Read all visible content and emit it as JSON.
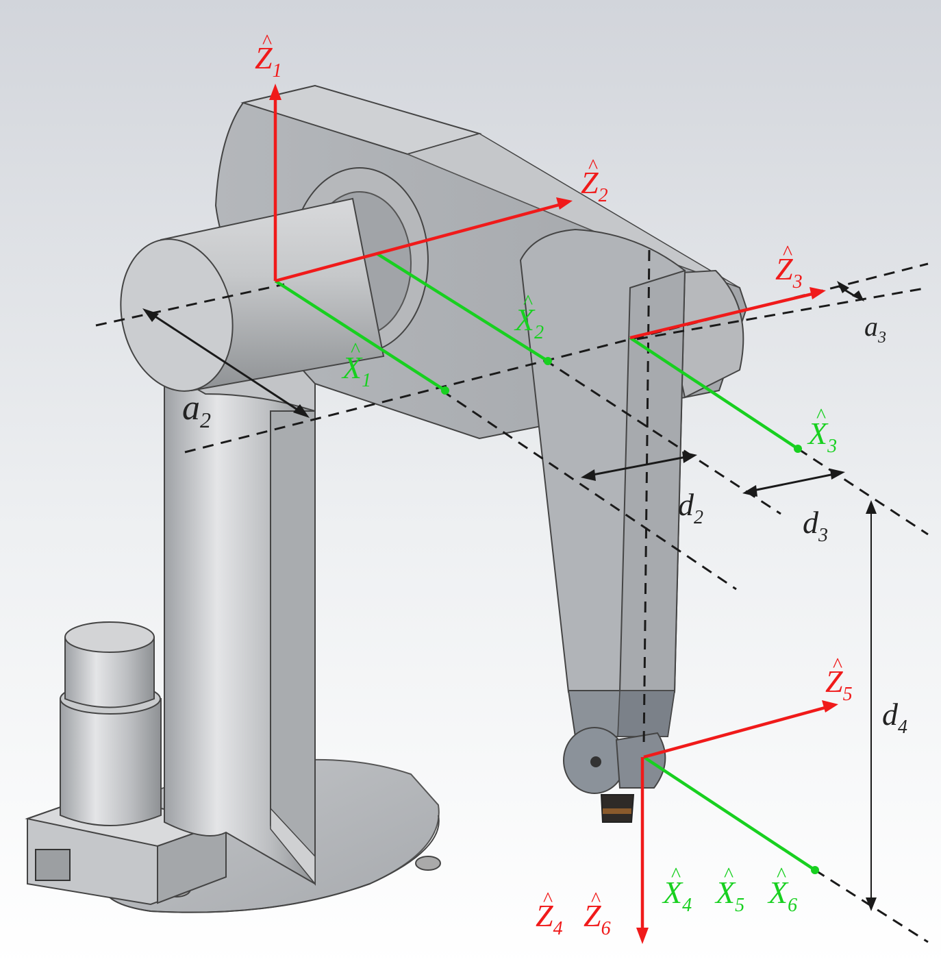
{
  "colors": {
    "z_axis": "#f01a1a",
    "x_axis": "#18d020",
    "dimension": "#222222",
    "robot_body": "#b9bcc0",
    "background_top": "#d4d7dc",
    "background_bottom": "#ffffff"
  },
  "axes": {
    "z1": {
      "sym": "Z",
      "sub": "1"
    },
    "z2": {
      "sym": "Z",
      "sub": "2"
    },
    "z3": {
      "sym": "Z",
      "sub": "3"
    },
    "z5": {
      "sym": "Z",
      "sub": "5"
    },
    "z4": {
      "sym": "Z",
      "sub": "4"
    },
    "z6": {
      "sym": "Z",
      "sub": "6"
    },
    "x1": {
      "sym": "X",
      "sub": "1"
    },
    "x2": {
      "sym": "X",
      "sub": "2"
    },
    "x3": {
      "sym": "X",
      "sub": "3"
    },
    "x4": {
      "sym": "X",
      "sub": "4"
    },
    "x5": {
      "sym": "X",
      "sub": "5"
    },
    "x6": {
      "sym": "X",
      "sub": "6"
    }
  },
  "dimensions": {
    "a2": {
      "sym": "a",
      "sub": "2"
    },
    "a3": {
      "sym": "a",
      "sub": "3"
    },
    "d2": {
      "sym": "d",
      "sub": "2"
    },
    "d3": {
      "sym": "d",
      "sub": "3"
    },
    "d4": {
      "sym": "d",
      "sub": "4"
    }
  }
}
